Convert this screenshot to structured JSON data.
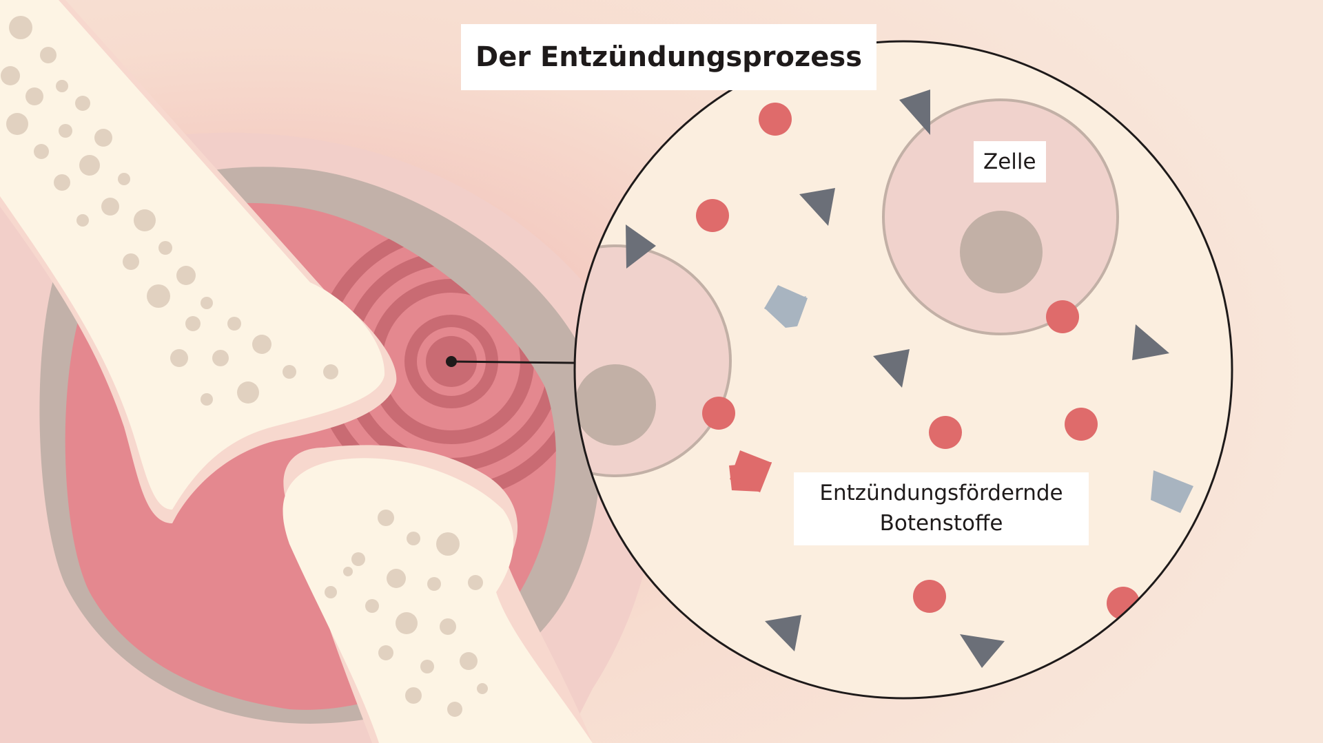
{
  "title": "Der Entzündungsprozess",
  "labels": {
    "cell": "Zelle",
    "messengers": [
      "Entzündungsfördernde",
      "Botenstoffe"
    ]
  },
  "colors": {
    "background": "#f7e3d8",
    "bone": "#fdf4e4",
    "bone_pores": "#e1d1c0",
    "capsule": "#c2b1a9",
    "synovium": "#e4888f",
    "inflammation_ring": "#c96b73",
    "messenger_dot": "#df6b6b",
    "messenger_triangle": "#6b6f78",
    "messenger_square": "#a8b4c0",
    "cell": "#f0d2cc",
    "nucleus": "#c2b0a6"
  }
}
